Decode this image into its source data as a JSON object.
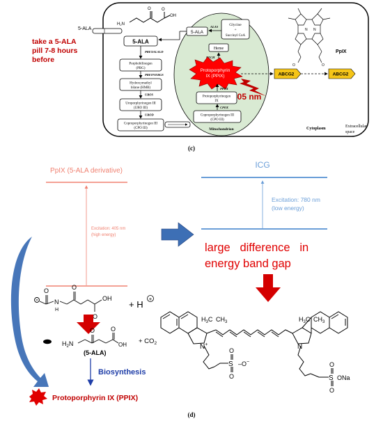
{
  "panel_c": {
    "left_ala": "5-ALA",
    "ala_box": "5-ALA",
    "ala_top_label": "5-ALA",
    "note_line1": "take a 5-ALA",
    "note_line2": "pill 7-8 hours",
    "note_line3": "before",
    "enz_prexalald": "PREXALALD",
    "pbg_line1": "Porphobilinogen",
    "pbg_line2": "(PBG)",
    "enz_preovergs": "PREOVERGS",
    "hmb_line1": "Hydroxymethyl",
    "hmb_line2": "bilane (HMB)",
    "enz_uros": "UROS",
    "urop_line1": "Uroporphyrinogen III",
    "urop_line2": "(URO III)",
    "enz_urod": "UROD",
    "copro_line1": "Coproporphyrinogen III",
    "copro_line2": "(CPO III)",
    "enz_alas": "ALAS",
    "glycine_line1": "Glycine",
    "glycine_line2": "+",
    "glycine_line3": "Succinyl CoA",
    "heme": "Heme",
    "enz_fech": "FECH",
    "ppix_line1": "Protoporphyrin",
    "ppix_line2": "IX (PPIX)",
    "enz_ppox": "PPOX",
    "protop_line1": "Protoporphyrinogen",
    "protop_line2": "IX",
    "enz_cpox": "CPOX",
    "copro_mito_line1": "Coproporphyrinogen III",
    "copro_mito_line2": "(CPO III)",
    "mito_label": "Mitochondrion",
    "wavelength": "405 nm",
    "abcg2_inner": "ABCG2",
    "abcg2_outer": "ABCG2",
    "ppix_struct_label": "PpIX",
    "cytoplasm": "Cytoplasm",
    "extracellular_line1": "Extracellular",
    "extracellular_line2": "space",
    "caption": "(c)"
  },
  "panel_d": {
    "ppix_title": "PpIX (5-ALA derivative)",
    "ppix_excitation_line1": "Excitation: 405 nm",
    "ppix_excitation_line2": "(high energy)",
    "icg_title": "ICG",
    "icg_excitation_line1": "Excitation: 780 nm",
    "icg_excitation_line2": "(low energy)",
    "difference_line1": "large   difference   in",
    "difference_line2": "energy band gap",
    "hplus": "H",
    "hplus_sup": "+",
    "co2": "+ CO",
    "co2_sub": "2",
    "h2n": "H",
    "h2n_sub": "2",
    "h2n_n": "N",
    "ala_label": "(5-ALA)",
    "biosynthesis": "Biosynthesis",
    "ppix_product": "Protoporphyrin IX (PPIX)",
    "ch3_a": "CH",
    "ch3_a_sub": "3",
    "n_plus": "N",
    "n_plus_sup": "+",
    "n_right": "N",
    "so3_minus": "O",
    "so3_minus_sup": "−",
    "so3na": "ONa",
    "s_letter": "S",
    "caption": "(d)"
  },
  "colors": {
    "ppix_red": "#f08070",
    "icg_blue": "#6a9ed8",
    "dark_red": "#c00000",
    "bright_red": "#e00000",
    "arrow_blue": "#3d6fb5",
    "mito_fill": "#d9ead3",
    "abcg2_fill": "#f5c518",
    "bio_blue": "#1f3ea8"
  }
}
